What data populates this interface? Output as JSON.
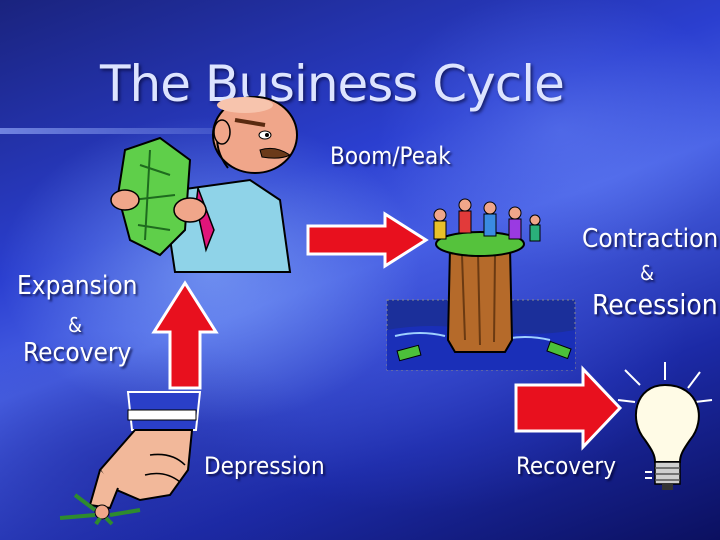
{
  "slide": {
    "title": "The Business Cycle",
    "stages": {
      "boom": "Boom/Peak",
      "contraction_1": "Contraction",
      "contraction_amp": "&",
      "contraction_2": "Recession",
      "expansion_1": "Expansion",
      "expansion_amp": "&",
      "expansion_2": "Recovery",
      "depression": "Depression",
      "recovery": "Recovery"
    }
  },
  "colors": {
    "arrow": "#e8101e",
    "arrow_border": "#ffffff"
  },
  "illustrations": [
    "man-with-money-clipart",
    "people-on-sinking-stump-clipart",
    "hand-dropping-man-clipart",
    "light-bulb-clipart"
  ]
}
